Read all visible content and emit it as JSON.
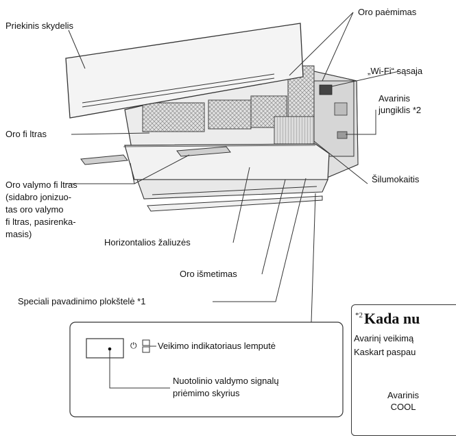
{
  "labels": {
    "front_panel": "Priekinis skydelis",
    "air_intake": "Oro paėmimas",
    "wifi_interface": "„Wi-Fi“ sąsaja",
    "emergency_switch_l1": "Avarinis",
    "emergency_switch_l2": "jungiklis *2",
    "air_filter": "Oro fi ltras",
    "heat_exchanger": "Šilumokaitis",
    "purify_filter_lines": [
      "Oro valymo fi ltras",
      "(sidabro jonizuo-",
      "tas oro valymo",
      "fi ltras, pasirenka-",
      "masis)"
    ],
    "horizontal_louvers": "Horizontalios žaliuzės",
    "air_outlet": "Oro išmetimas",
    "name_plate": "Speciali pavadinimo plokštelė *1"
  },
  "detail_box": {
    "indicator_lamp": "Veikimo indikatoriaus lemputė",
    "receiver_l1": "Nuotolinio valdymo signalų",
    "receiver_l2": "priėmimo skyrius",
    "power_symbol": "⏻"
  },
  "side_panel": {
    "title_sup": "*2",
    "title": "Kada nu",
    "line1": "Avarinį veikimą",
    "line2": "Kaskart paspau",
    "button_l1": "Avarinis",
    "button_l2": "COOL"
  },
  "colors": {
    "line": "#333333",
    "panel_fill": "#f4f4f4",
    "body_fill": "#eeeeee",
    "filter_mesh": "#9a9a9a"
  }
}
